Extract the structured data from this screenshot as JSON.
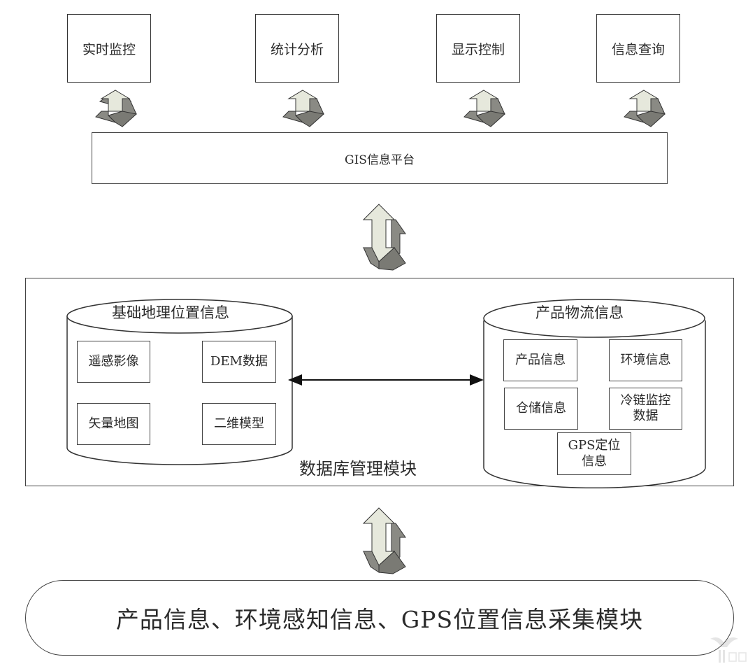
{
  "top_modules": [
    {
      "label": "实时监控"
    },
    {
      "label": "统计分析"
    },
    {
      "label": "显示控制"
    },
    {
      "label": "信息查询"
    }
  ],
  "gis_platform": {
    "label": "GIS信息平台"
  },
  "database_module": {
    "label": "数据库管理模块",
    "left_db": {
      "title": "基础地理位置信息",
      "items": [
        "遥感影像",
        "DEM数据",
        "矢量地图",
        "二维模型"
      ]
    },
    "right_db": {
      "title": "产品物流信息",
      "items": [
        "产品信息",
        "环境信息",
        "仓储信息",
        "冷链监控数据",
        "GPS定位信息"
      ]
    },
    "link": "bidirectional"
  },
  "collection_module": {
    "label": "产品信息、环境感知信息、GPS位置信息采集模块"
  },
  "icons": {
    "small_arrows": "double-headed-3d-arrow",
    "large_arrows": "double-headed-3d-arrow",
    "watermark": "yiou-logo"
  },
  "colors": {
    "arrow_light": "#e6e8dc",
    "arrow_dark": "#8a8a84",
    "arrow_darker": "#6f6f6a",
    "stroke": "#333333"
  }
}
